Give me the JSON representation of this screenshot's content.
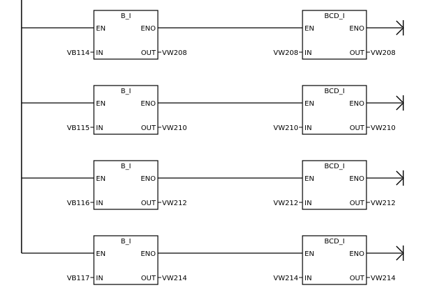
{
  "rungs": [
    {
      "conv1": {
        "title": "B_I",
        "en": "EN",
        "eno": "ENO",
        "in_pin": "IN",
        "out_pin": "OUT",
        "in_operand": "VB114",
        "out_operand": "VW208"
      },
      "conv2": {
        "title": "BCD_I",
        "en": "EN",
        "eno": "ENO",
        "in_pin": "IN",
        "out_pin": "OUT",
        "in_operand": "VW208",
        "out_operand": "VW208"
      }
    },
    {
      "conv1": {
        "title": "B_I",
        "en": "EN",
        "eno": "ENO",
        "in_pin": "IN",
        "out_pin": "OUT",
        "in_operand": "VB115",
        "out_operand": "VW210"
      },
      "conv2": {
        "title": "BCD_I",
        "en": "EN",
        "eno": "ENO",
        "in_pin": "IN",
        "out_pin": "OUT",
        "in_operand": "VW210",
        "out_operand": "VW210"
      }
    },
    {
      "conv1": {
        "title": "B_I",
        "en": "EN",
        "eno": "ENO",
        "in_pin": "IN",
        "out_pin": "OUT",
        "in_operand": "VB116",
        "out_operand": "VW212"
      },
      "conv2": {
        "title": "BCD_I",
        "en": "EN",
        "eno": "ENO",
        "in_pin": "IN",
        "out_pin": "OUT",
        "in_operand": "VW212",
        "out_operand": "VW212"
      }
    },
    {
      "conv1": {
        "title": "B_I",
        "en": "EN",
        "eno": "ENO",
        "in_pin": "IN",
        "out_pin": "OUT",
        "in_operand": "VB117",
        "out_operand": "VW214"
      },
      "conv2": {
        "title": "BCD_I",
        "en": "EN",
        "eno": "ENO",
        "in_pin": "IN",
        "out_pin": "OUT",
        "in_operand": "VW214",
        "out_operand": "VW214"
      }
    }
  ]
}
